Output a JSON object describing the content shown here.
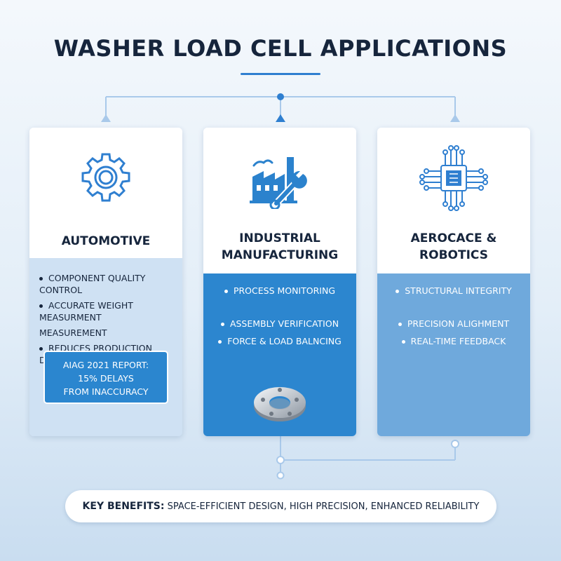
{
  "title": "WASHER LOAD CELL APPLICATIONS",
  "colors": {
    "accent": "#2f7fd0",
    "dark_navy": "#16253c",
    "mid_blue": "#2c86cf",
    "light_blue": "#6fa9dc",
    "pale_blue": "#cfe1f3"
  },
  "cards": [
    {
      "title_lines": [
        "AUTOMOTIVE"
      ],
      "icon": "gear-icon",
      "items": [
        "COMPONENT QUALITY CONTROL",
        "ACCURATE WEIGHT MEASURMENT",
        "MEASUREMENT",
        "REDUCES PRODUCTION DELAYS"
      ],
      "report_lines": [
        "AIAG 2021 REPORT:",
        "15% DELAYS",
        "FROM INACCURACY"
      ]
    },
    {
      "title_lines": [
        "INDUSTRIAL",
        "MANUFACTURING"
      ],
      "icon": "factory-wrench-icon",
      "items": [
        "PROCESS MONITORING",
        "ASSEMBLY VERIFICATION",
        "FORCE & LOAD BALNCING"
      ],
      "image": "washer-icon"
    },
    {
      "title_lines": [
        "AEROCACE &",
        "ROBOTICS"
      ],
      "icon": "microchip-icon",
      "items": [
        "STRUCTURAL INTEGRITY",
        "PRECISION ALIGHMENT",
        "REAL-TIME FEEDBACK"
      ]
    }
  ],
  "benefits": {
    "label": "KEY BENEFITS:",
    "text": "SPACE-EFFICIENT DESIGN, HIGH PRECISION, ENHANCED RELIABILITY"
  }
}
